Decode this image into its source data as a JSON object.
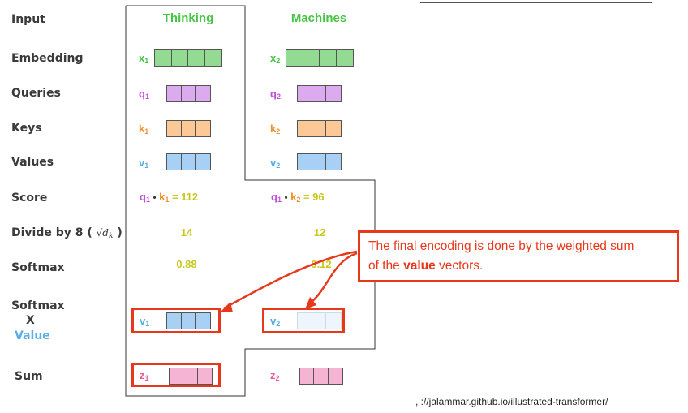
{
  "rows": {
    "input": "Input",
    "embedding": "Embedding",
    "queries": "Queries",
    "keys": "Keys",
    "values": "Values",
    "score": "Score",
    "divide_prefix": "Divide by 8 (",
    "divide_sqrt": "√d",
    "divide_sqrt_sub": "k",
    "divide_suffix": ")",
    "softmax": "Softmax",
    "softmax_x_1": "Softmax",
    "softmax_x_2": "X",
    "softmax_x_3": "Value",
    "sum": "Sum"
  },
  "columns": {
    "col1": {
      "word": "Thinking",
      "x": "x",
      "x_sub": "1",
      "q": "q",
      "q_sub": "1",
      "k": "k",
      "k_sub": "1",
      "v": "v",
      "v_sub": "1",
      "score_q": "q",
      "score_q_sub": "1",
      "score_dot": "•",
      "score_k": "k",
      "score_k_sub": "1",
      "score_eq": "= 112",
      "divided": "14",
      "softmax": "0.88",
      "wv": "v",
      "wv_sub": "1",
      "z": "z",
      "z_sub": "1"
    },
    "col2": {
      "word": "Machines",
      "x": "x",
      "x_sub": "2",
      "q": "q",
      "q_sub": "2",
      "k": "k",
      "k_sub": "2",
      "v": "v",
      "v_sub": "2",
      "score_q": "q",
      "score_q_sub": "1",
      "score_dot": "•",
      "score_k": "k",
      "score_k_sub": "2",
      "score_eq": "= 96",
      "divided": "12",
      "softmax": "0.12",
      "wv": "v",
      "wv_sub": "2",
      "z": "z",
      "z_sub": "2"
    }
  },
  "callout": {
    "line1": "The final encoding is done by the weighted sum",
    "line2_pre": "of the ",
    "line2_bold": "value",
    "line2_post": " vectors."
  },
  "url": ",  ://jalammar.github.io/illustrated-transformer/",
  "colors": {
    "embedding": "#93da93",
    "query": "#dcaaee",
    "key": "#fcc896",
    "value": "#a8d0f4",
    "value_faded": "#eef5fd",
    "sum": "#f5b4d4",
    "word": "#46c446",
    "number": "#c8c81a",
    "annotation": "#e8381c"
  }
}
